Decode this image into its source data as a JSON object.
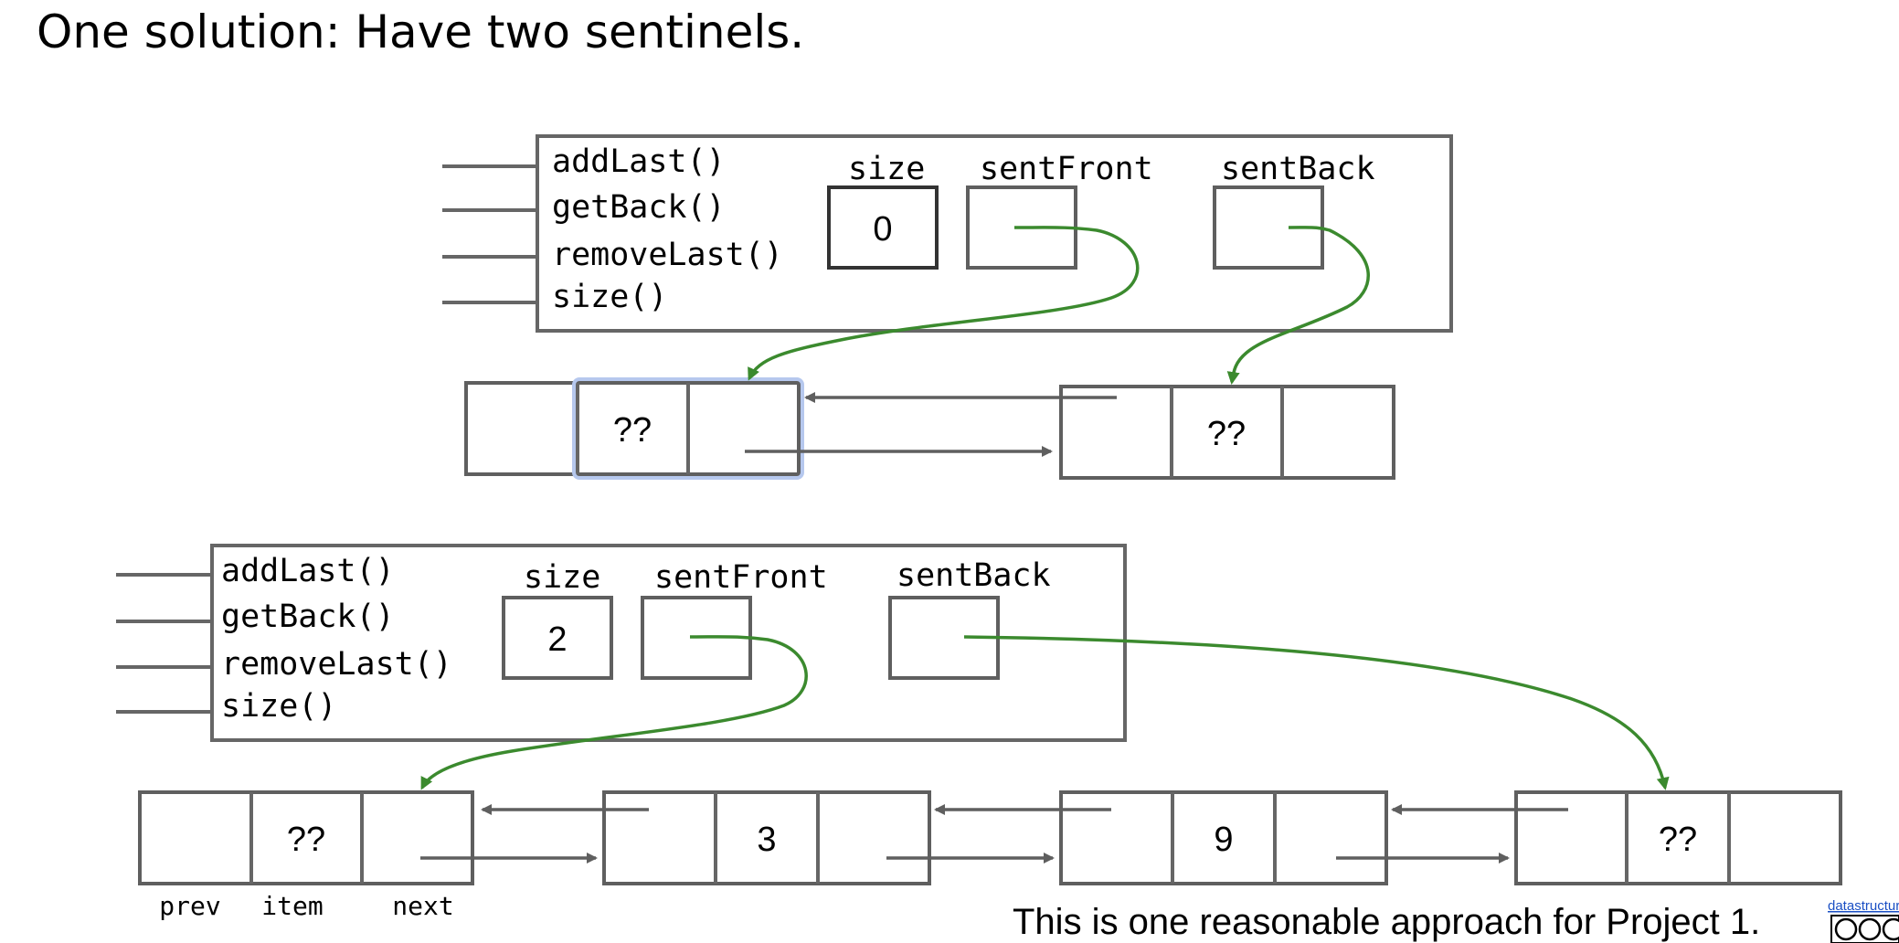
{
  "title": "One solution: Have two sentinels.",
  "methods": [
    "addLast()",
    "getBack()",
    "removeLast()",
    "size()"
  ],
  "field_labels": {
    "size": "size",
    "sent_front": "sentFront",
    "sent_back": "sentBack"
  },
  "diagram_top": {
    "size_value": "0",
    "sentinel_items": [
      "??",
      "??"
    ]
  },
  "diagram_bottom": {
    "size_value": "2",
    "node_items": [
      "??",
      "3",
      "9",
      "??"
    ],
    "node_part_labels": [
      "prev",
      "item",
      "next"
    ]
  },
  "footer_note": "This is one reasonable approach for Project 1.",
  "license_link_text": "datastructur.es",
  "colors": {
    "item_fill": "#d7d3e8",
    "null_fill": "#b7b7b7",
    "pointer_green": "#3b8a2e",
    "pointer_gray": "#5f5f5f",
    "highlight": "#b6c8ee"
  }
}
